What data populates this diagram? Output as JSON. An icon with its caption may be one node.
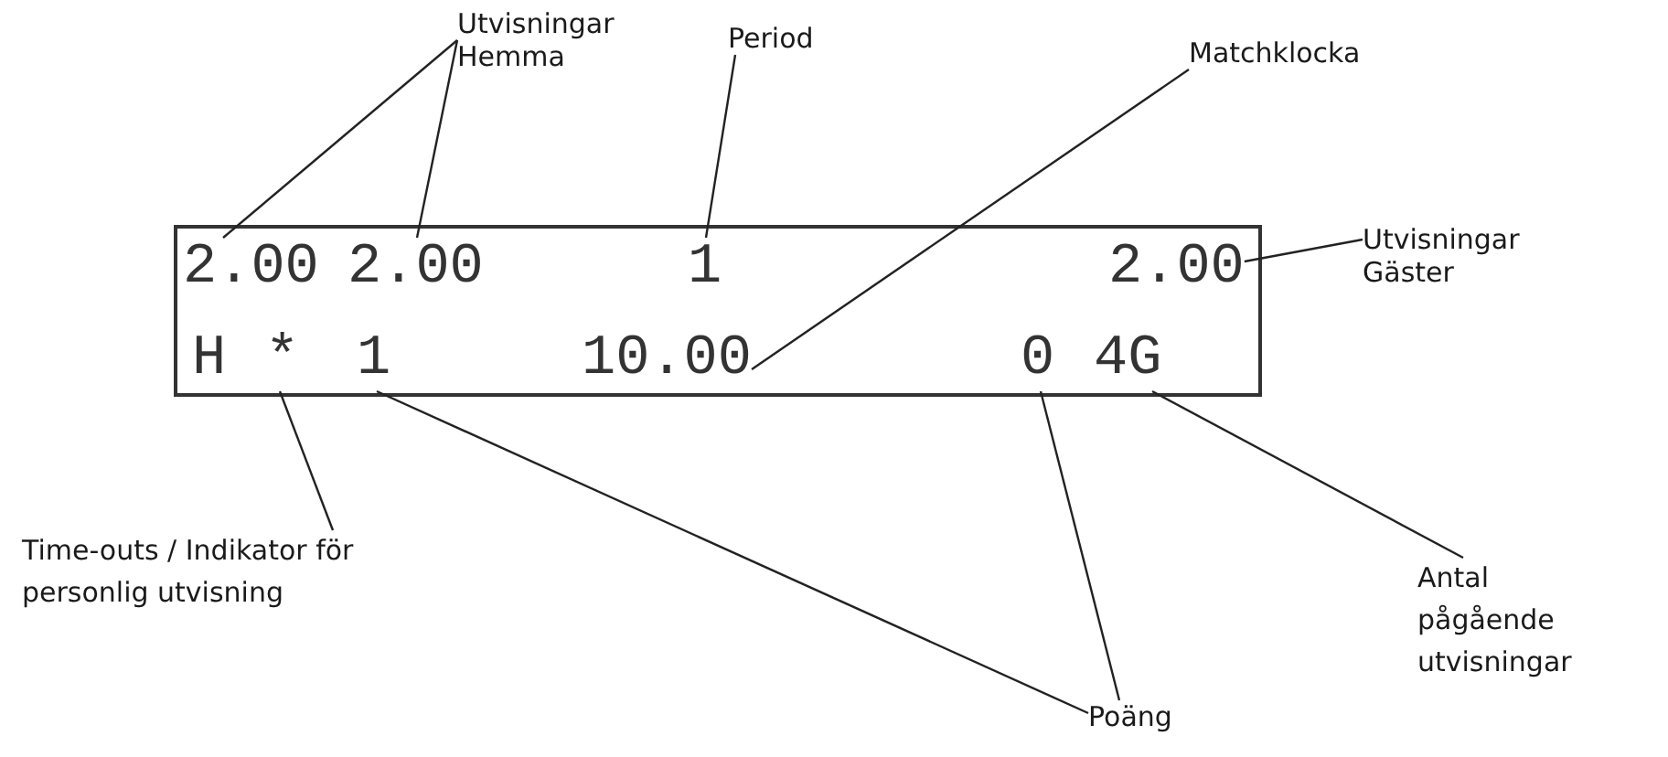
{
  "diagram": {
    "nodes": [
      {
        "text": [
          "Utvisningar Hemma"
        ]
      },
      {
        "text": [
          "Period"
        ]
      },
      {
        "text": [
          "Matchklocka"
        ]
      },
      {
        "text": [],
        "shape": "box"
      },
      {
        "text": [
          "2.00"
        ],
        "in": 3
      },
      {
        "text": [
          "2.00"
        ],
        "in": 3
      },
      {
        "text": [
          "1"
        ],
        "in": 3
      },
      {
        "text": [
          "2.00"
        ],
        "in": 3
      },
      {
        "text": [
          "Utvisningar Gäster"
        ]
      },
      {
        "text": [
          "*"
        ],
        "in": 3
      },
      {
        "text": [
          "1"
        ],
        "in": 3
      },
      {
        "text": [
          "10.00"
        ],
        "in": 3
      },
      {
        "text": [
          "0"
        ],
        "in": 3
      },
      {
        "text": [
          "4G"
        ],
        "in": 3
      },
      {
        "text": [
          "Time-outs / Indikator för personlig utvisning"
        ]
      },
      {
        "text": [
          "Antal pågående utvisningar"
        ]
      },
      {
        "text": [
          "Poäng"
        ]
      }
    ],
    "edges": [
      {
        "from": 0,
        "to": 4,
        "arrow": "none"
      },
      {
        "from": 0,
        "to": 5,
        "arrow": "none"
      },
      {
        "from": 1,
        "to": 6,
        "arrow": "none"
      },
      {
        "from": 2,
        "to": 11,
        "arrow": "none"
      },
      {
        "from": 8,
        "to": 7,
        "arrow": "none"
      },
      {
        "from": 14,
        "to": 9,
        "arrow": "none"
      },
      {
        "from": 16,
        "to": 10,
        "arrow": "none"
      },
      {
        "from": 16,
        "to": 12,
        "arrow": "none"
      },
      {
        "from": 15,
        "to": 13,
        "arrow": "none"
      }
    ],
    "labels": [
      "H"
    ]
  }
}
